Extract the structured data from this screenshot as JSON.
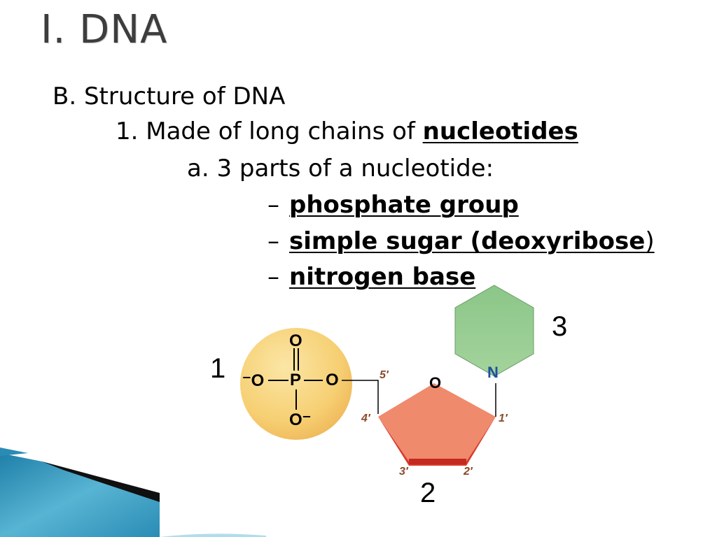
{
  "slide": {
    "title": "I.  DNA",
    "heading_b": "B. Structure of DNA",
    "item_1": {
      "prefix": "1.  Made of long chains of ",
      "term": "nucleotides"
    },
    "item_a": "a.  3 parts of a nucleotide:",
    "parts": [
      {
        "dash": "–",
        "label": "phosphate group",
        "suffix": ""
      },
      {
        "dash": "–",
        "label": "simple sugar (deoxyribose",
        "suffix": ")"
      },
      {
        "dash": "–",
        "label": "nitrogen base",
        "suffix": ""
      }
    ]
  },
  "diagram": {
    "number_phosphate": "1",
    "number_sugar": "2",
    "number_base": "3",
    "phosphate_atoms": {
      "top_o": "O",
      "left_o": "⁻O",
      "p": "P",
      "right_o": "O",
      "bottom_o": "O⁻"
    },
    "sugar_ring_o": "O",
    "base_n": "N",
    "carbon_labels": {
      "c5": "5′",
      "c4": "4′",
      "c3": "3′",
      "c2": "2′",
      "c1": "1′"
    },
    "colors": {
      "phosphate_fill": "#f7d27a",
      "sugar_fill": "#ef8a6c",
      "sugar_edge": "#d93a2a",
      "base_fill": "#93c98f",
      "n_color": "#1d4fa0",
      "carbon_label": "#8a4a2a"
    }
  }
}
